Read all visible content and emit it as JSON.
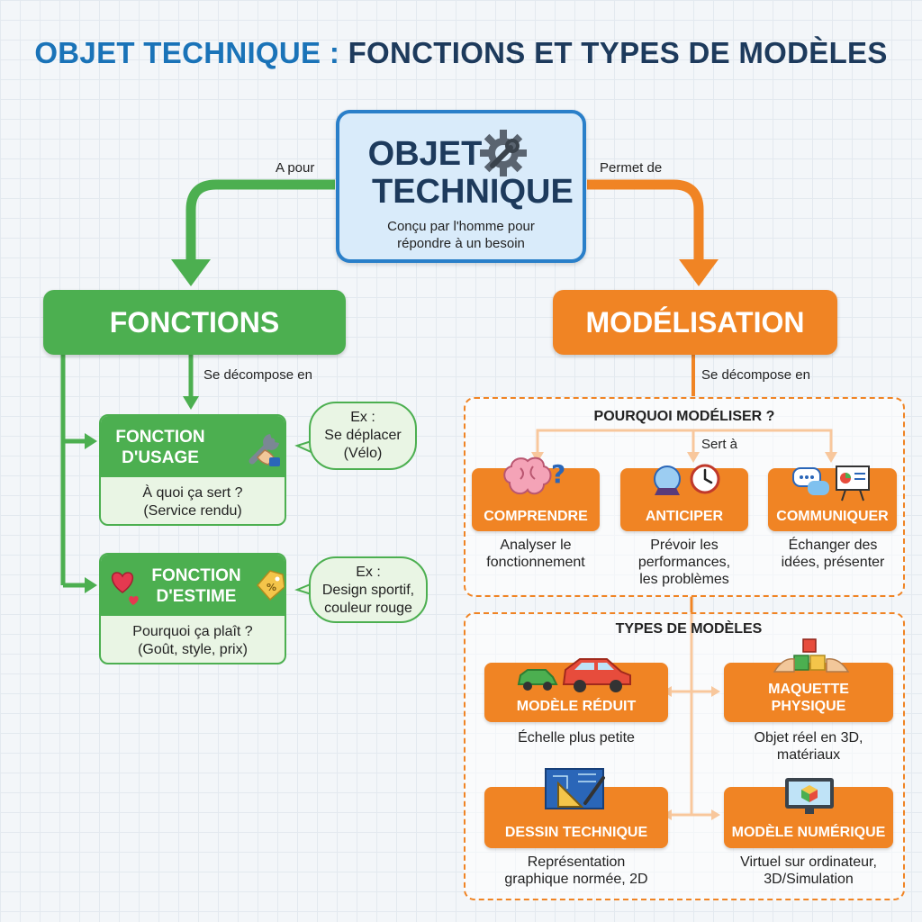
{
  "title": {
    "part1": "OBJET TECHNIQUE :",
    "part2": "FONCTIONS ET TYPES DE MODÈLES"
  },
  "main": {
    "title_line1": "OBJET",
    "title_line2": "TECHNIQUE",
    "subtitle_line1": "Conçu par l'homme pour",
    "subtitle_line2": "répondre à un besoin"
  },
  "connectors": {
    "left": "A pour",
    "right": "Permet de",
    "decompose_left": "Se décompose en",
    "decompose_right": "Se décompose en",
    "sert_a": "Sert à"
  },
  "fonctions": {
    "label": "FONCTIONS",
    "usage": {
      "title_line1": "FONCTION",
      "title_line2": "D'USAGE",
      "desc_line1": "À quoi ça sert ?",
      "desc_line2": "(Service rendu)",
      "example_line1": "Ex :",
      "example_line2": "Se déplacer",
      "example_line3": "(Vélo)"
    },
    "estime": {
      "title_line1": "FONCTION",
      "title_line2": "D'ESTIME",
      "desc_line1": "Pourquoi ça plaît ?",
      "desc_line2": "(Goût, style, prix)",
      "example_line1": "Ex :",
      "example_line2": "Design sportif,",
      "example_line3": "couleur rouge"
    }
  },
  "modelisation": {
    "label": "MODÉLISATION",
    "pourquoi": {
      "title": "POURQUOI MODÉLISER ?",
      "items": [
        {
          "label": "COMPRENDRE",
          "desc_line1": "Analyser le",
          "desc_line2": "fonctionnement",
          "desc_line3": "",
          "icon": "brain-question-icon"
        },
        {
          "label": "ANTICIPER",
          "desc_line1": "Prévoir les",
          "desc_line2": "performances,",
          "desc_line3": "les problèmes",
          "icon": "crystal-ball-clock-icon"
        },
        {
          "label": "COMMUNIQUER",
          "desc_line1": "Échanger des",
          "desc_line2": "idées, présenter",
          "desc_line3": "",
          "icon": "speech-presentation-icon"
        }
      ]
    },
    "types": {
      "title": "TYPES DE MODÈLES",
      "items": [
        {
          "label_line1": "MODÈLE RÉDUIT",
          "label_line2": "",
          "desc_line1": "Échelle plus petite",
          "desc_line2": "",
          "icon": "cars-icon"
        },
        {
          "label_line1": "MAQUETTE",
          "label_line2": "PHYSIQUE",
          "desc_line1": "Objet réel en 3D,",
          "desc_line2": "matériaux",
          "icon": "hands-blocks-icon"
        },
        {
          "label_line1": "DESSIN TECHNIQUE",
          "label_line2": "",
          "desc_line1": "Représentation",
          "desc_line2": "graphique normée, 2D",
          "icon": "blueprint-ruler-icon"
        },
        {
          "label_line1": "MODÈLE NUMÉRIQUE",
          "label_line2": "",
          "desc_line1": "Virtuel sur ordinateur,",
          "desc_line2": "3D/Simulation",
          "icon": "computer-cube-icon"
        }
      ]
    }
  },
  "colors": {
    "blue": "#2a7fc9",
    "green": "#4caf50",
    "orange": "#f08424",
    "navy": "#1d3a5c"
  }
}
